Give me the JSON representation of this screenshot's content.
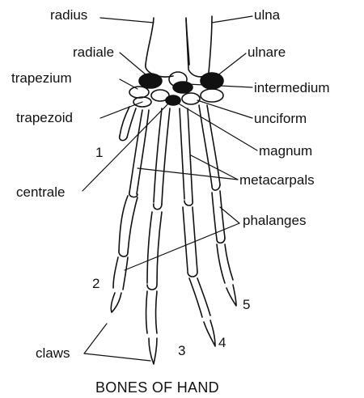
{
  "diagram": {
    "caption": "BONES OF HAND",
    "labels": {
      "radius": "radius",
      "ulna": "ulna",
      "radiale": "radiale",
      "ulnare": "ulnare",
      "trapezium": "trapezium",
      "intermedium": "intermedium",
      "trapezoid": "trapezoid",
      "unciform": "unciform",
      "magnum": "magnum",
      "centrale": "centrale",
      "metacarpals": "metacarpals",
      "phalanges": "phalanges",
      "claws": "claws"
    },
    "digits": [
      "1",
      "2",
      "3",
      "4",
      "5"
    ]
  }
}
